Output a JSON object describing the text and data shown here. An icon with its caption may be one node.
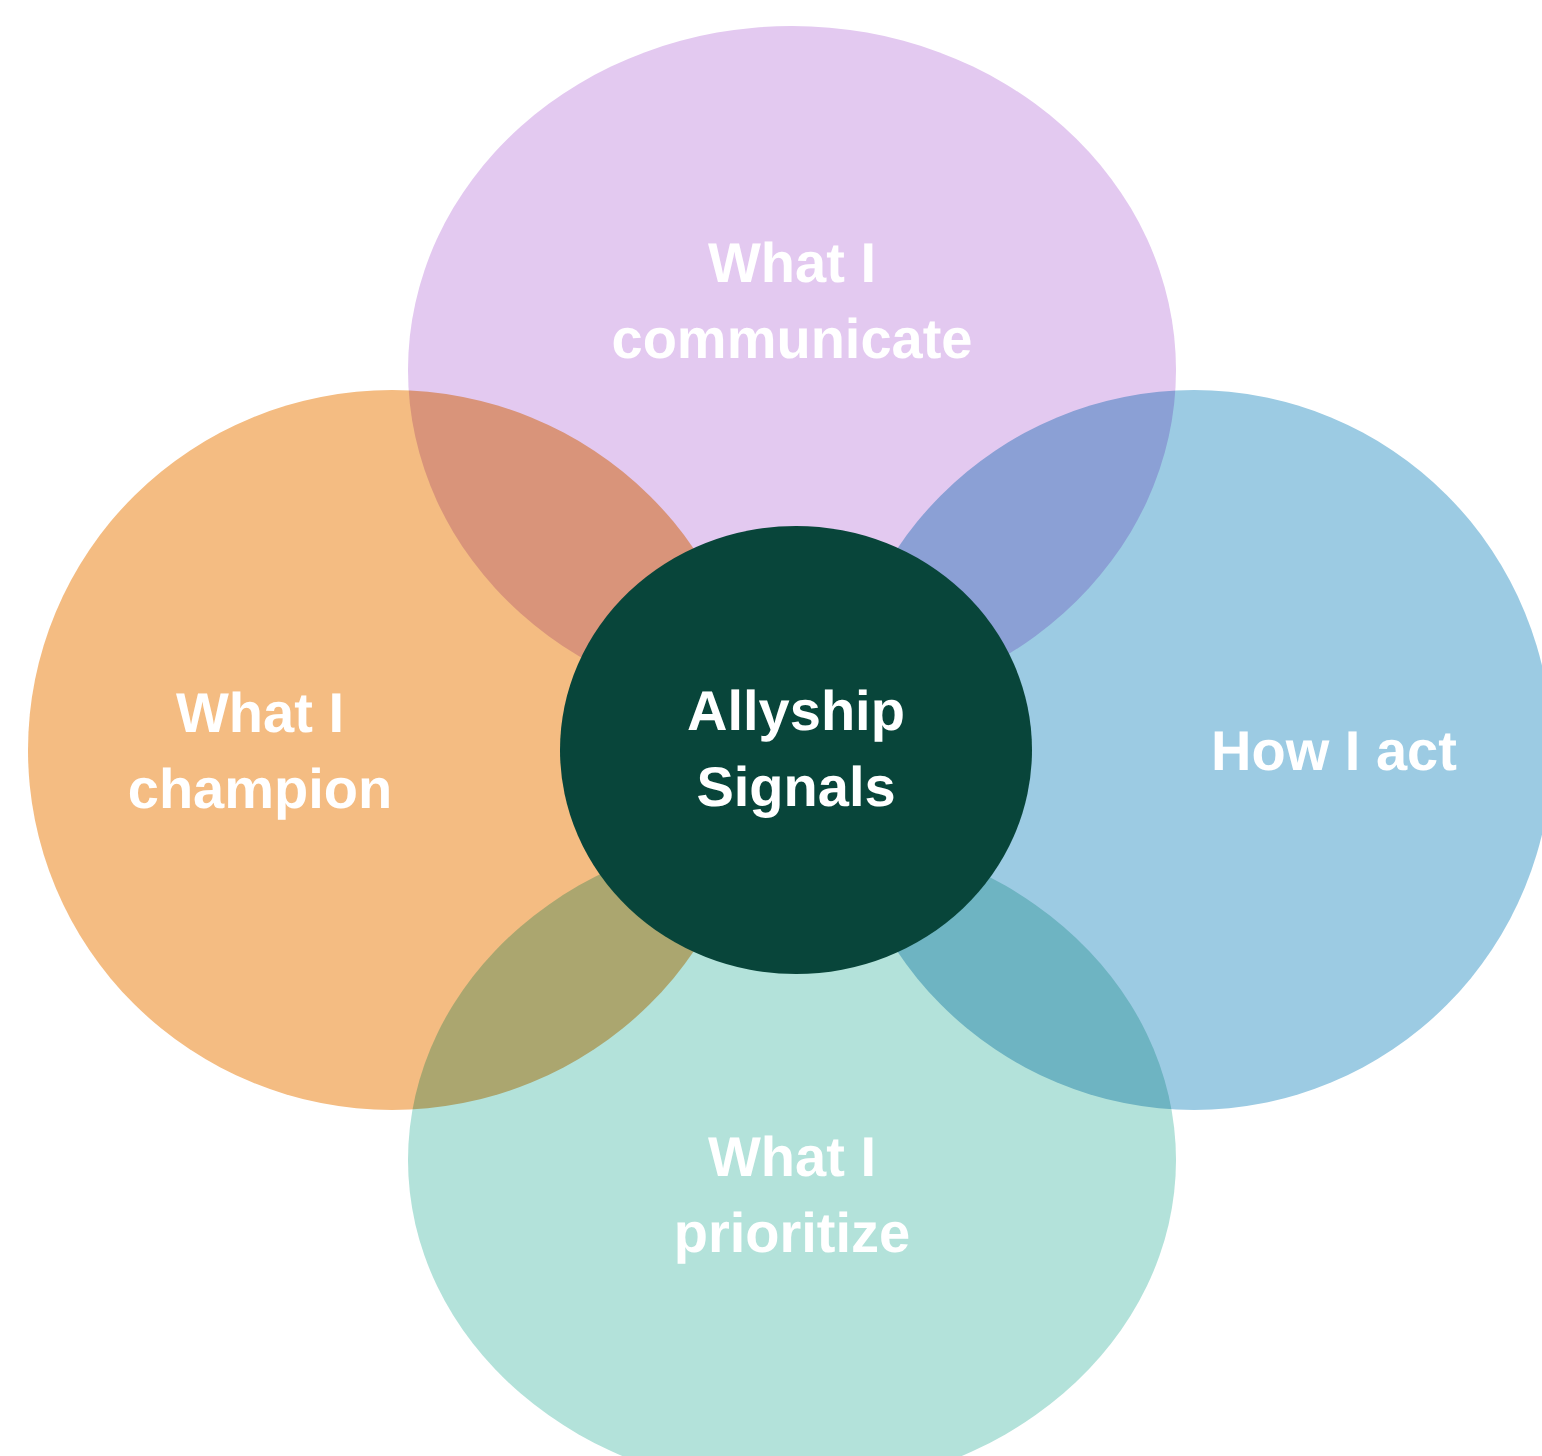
{
  "diagram": {
    "nodes": [
      {
        "text": [
          "What I communicate"
        ]
      },
      {
        "text": [
          "What I champion"
        ]
      },
      {
        "text": [
          "Allyship Signals"
        ]
      },
      {
        "text": [
          "How I act"
        ]
      },
      {
        "text": [
          "What I prioritize"
        ]
      }
    ]
  }
}
